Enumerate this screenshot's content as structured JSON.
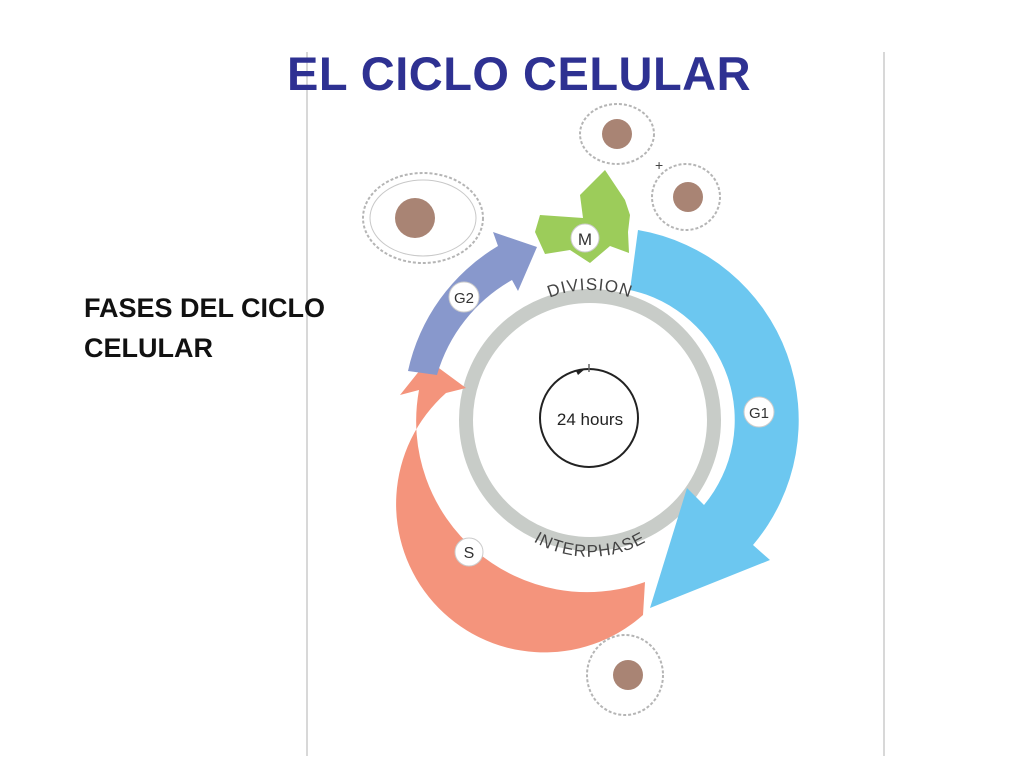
{
  "slide": {
    "title": "EL CICLO CELULAR",
    "subtitle_line1": "FASES DEL CICLO",
    "subtitle_line2": "CELULAR"
  },
  "diagram": {
    "phases": {
      "m": "M",
      "g1": "G1",
      "s": "S",
      "g2": "G2"
    },
    "ring_labels": {
      "division": "DIVISION",
      "interphase": "INTERPHASE"
    },
    "clock_label": "24 hours",
    "plus_sign": "+",
    "colors": {
      "title": "#2e3192",
      "m_phase": "#9ccc5a",
      "g1_phase": "#6cc7f0",
      "s_phase": "#f4947c",
      "g2_phase": "#8898cc",
      "inner_ring": "#c8ccc8",
      "nucleus": "#a98474"
    }
  }
}
